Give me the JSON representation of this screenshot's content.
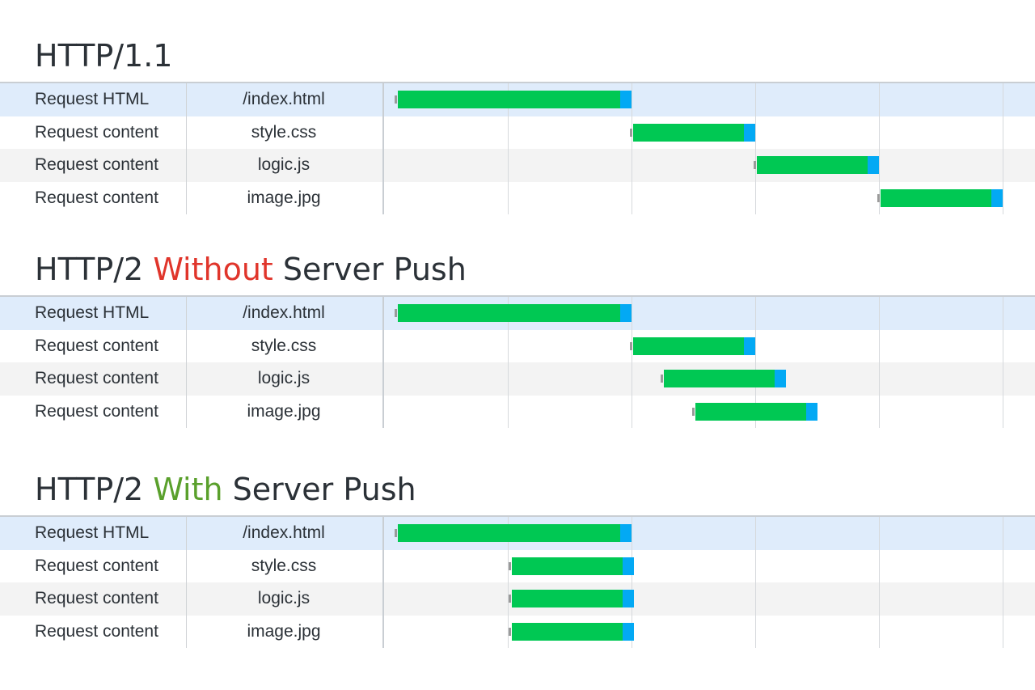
{
  "chart_data": [
    {
      "type": "waterfall",
      "title_parts": [
        {
          "text": "HTTP/1.1",
          "color": "#2b3137"
        }
      ],
      "axis": {
        "min": 0,
        "max": 5.3,
        "gridlines": [
          1,
          2,
          3,
          4,
          5
        ]
      },
      "rows": [
        {
          "label": "Request HTML",
          "file": "/index.html",
          "start": 0.1,
          "end": 2.0
        },
        {
          "label": "Request content",
          "file": "style.css",
          "start": 2.0,
          "end": 3.0
        },
        {
          "label": "Request content",
          "file": "logic.js",
          "start": 3.0,
          "end": 4.0
        },
        {
          "label": "Request content",
          "file": "image.jpg",
          "start": 4.0,
          "end": 5.0
        }
      ]
    },
    {
      "type": "waterfall",
      "title_parts": [
        {
          "text": "HTTP/2 ",
          "color": "#2b3137"
        },
        {
          "text": "Without",
          "color": "#e0352b"
        },
        {
          "text": " Server Push",
          "color": "#2b3137"
        }
      ],
      "axis": {
        "min": 0,
        "max": 5.3,
        "gridlines": [
          1,
          2,
          3,
          4,
          5
        ]
      },
      "rows": [
        {
          "label": "Request HTML",
          "file": "/index.html",
          "start": 0.1,
          "end": 2.0
        },
        {
          "label": "Request content",
          "file": "style.css",
          "start": 2.0,
          "end": 3.0
        },
        {
          "label": "Request content",
          "file": "logic.js",
          "start": 2.25,
          "end": 3.25
        },
        {
          "label": "Request content",
          "file": "image.jpg",
          "start": 2.5,
          "end": 3.5
        }
      ]
    },
    {
      "type": "waterfall",
      "title_parts": [
        {
          "text": "HTTP/2 ",
          "color": "#2b3137"
        },
        {
          "text": "With",
          "color": "#5aa02c"
        },
        {
          "text": " Server Push",
          "color": "#2b3137"
        }
      ],
      "axis": {
        "min": 0,
        "max": 5.3,
        "gridlines": [
          1,
          2,
          3,
          4,
          5
        ]
      },
      "rows": [
        {
          "label": "Request HTML",
          "file": "/index.html",
          "start": 0.1,
          "end": 2.0
        },
        {
          "label": "Request content",
          "file": "style.css",
          "start": 1.02,
          "end": 2.02
        },
        {
          "label": "Request content",
          "file": "logic.js",
          "start": 1.02,
          "end": 2.02
        },
        {
          "label": "Request content",
          "file": "image.jpg",
          "start": 1.02,
          "end": 2.02
        }
      ]
    }
  ],
  "colors": {
    "wait": "#00c853",
    "receive": "#03a9f4",
    "highlight_row": "#dfecfb",
    "alt_row": "#f3f3f3"
  }
}
